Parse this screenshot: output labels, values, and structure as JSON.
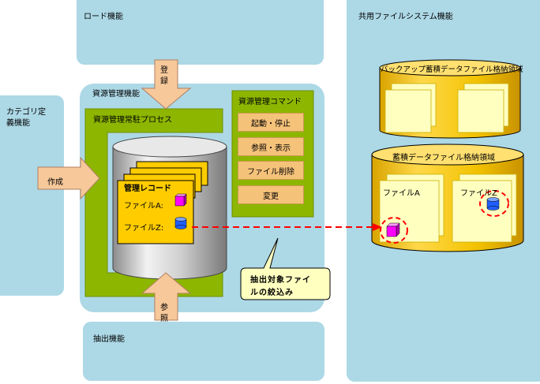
{
  "load_function": {
    "label": "ロード機能"
  },
  "category_function": {
    "label_line1": "カテゴリ定",
    "label_line2": "義機能"
  },
  "extract_function": {
    "label": "抽出機能"
  },
  "shared_fs": {
    "label": "共用ファイルシステム機能",
    "backup_area": "バックアップ蓄積データファイル格納領域",
    "storage_area": "蓄積データファイル格納領域",
    "file_a": "ファイルA",
    "file_z": "ファイルZ"
  },
  "resource_mgmt": {
    "label": "資源管理機能",
    "resident_process": "資源管理常駐プロセス",
    "commands_title": "資源管理コマンド",
    "commands": [
      "起動・停止",
      "参照・表示",
      "ファイル削除",
      "変更"
    ]
  },
  "record": {
    "title": "管理レコード",
    "file_a": "ファイルA:",
    "file_z": "ファイルZ:"
  },
  "arrows": {
    "register_1": "登",
    "register_2": "録",
    "create": "作成",
    "refer_1": "参",
    "refer_2": "照"
  },
  "callout": {
    "line1": "抽出対象ファイ",
    "line2": "ルの絞込み"
  },
  "colors": {
    "panel": "#add8e6",
    "green": "#8db600",
    "record": "#ffcc00",
    "note": "#ffffc0",
    "magenta": "#ff00ff",
    "blue": "#1f5fff",
    "red": "#ff0000",
    "arrow": "#f7c89a"
  }
}
